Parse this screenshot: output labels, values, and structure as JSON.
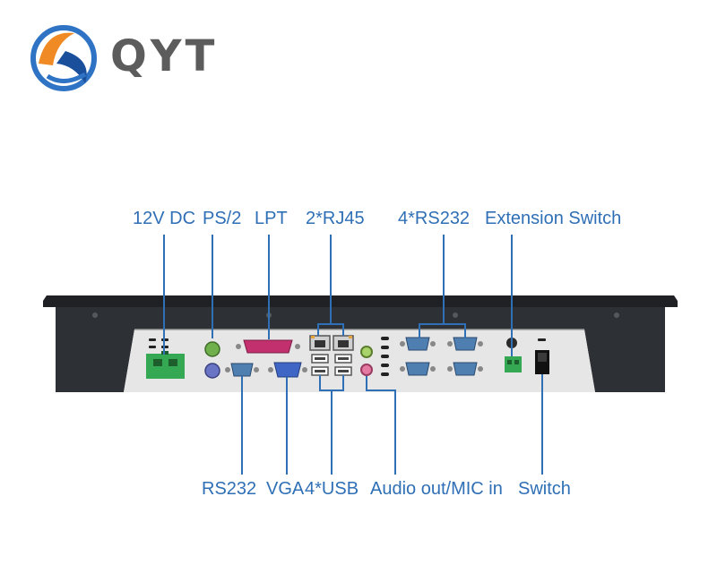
{
  "brand": {
    "name": "QYT",
    "mark_colors": [
      "#f08a24",
      "#2f73c5",
      "#1a4f9c"
    ]
  },
  "labels": {
    "power": "12V DC",
    "ps2": "PS/2",
    "lpt": "LPT",
    "rj45": "2*RJ45",
    "rs232_top": "4*RS232",
    "extension_switch": "Extension Switch",
    "rs232_bottom": "RS232",
    "vga": "VGA",
    "usb": "4*USB",
    "audio": "Audio out/MIC in",
    "switch": "Switch"
  },
  "colors": {
    "label_text": "#2f6fb5",
    "leader_line": "#2f6fb5",
    "chassis": "#2d3035",
    "port_panel": "#e6e6e6",
    "power_connector": "#35a853",
    "serial_port": "#4f7fb0",
    "ps2_mouse": "#6fb04c",
    "ps2_keyboard": "#6a74c4",
    "lpt_port": "#c3306e"
  }
}
